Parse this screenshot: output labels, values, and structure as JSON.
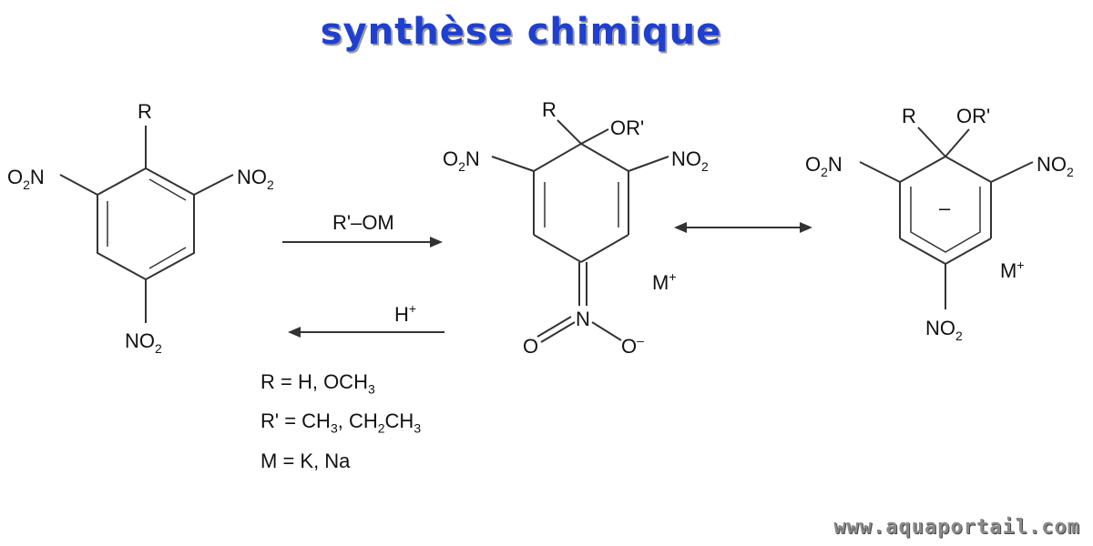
{
  "title": "synthèse chimique",
  "molecule1": {
    "r": "R",
    "left": {
      "pre": "O",
      "sub": "2",
      "post": "N"
    },
    "right": {
      "pre": "NO",
      "sub": "2"
    },
    "bottom": {
      "pre": "NO",
      "sub": "2"
    }
  },
  "reaction": {
    "forward_reagent": "R'–OM",
    "reverse_reagent": {
      "base": "H",
      "sup": "+"
    }
  },
  "molecule2": {
    "r": "R",
    "or": "OR'",
    "left": {
      "pre": "O",
      "sub": "2",
      "post": "N"
    },
    "right": {
      "pre": "NO",
      "sub": "2"
    },
    "n": "N",
    "o_left": "O",
    "o_right": "O",
    "o_right_charge": "–",
    "counterion": {
      "base": "M",
      "sup": "+"
    }
  },
  "molecule3": {
    "r": "R",
    "or": "OR'",
    "left": {
      "pre": "O",
      "sub": "2",
      "post": "N"
    },
    "right": {
      "pre": "NO",
      "sub": "2"
    },
    "bottom": {
      "pre": "NO",
      "sub": "2"
    },
    "ring_charge": "–",
    "counterion": {
      "base": "M",
      "sup": "+"
    }
  },
  "legend": {
    "line1": {
      "a": "R = H, OCH",
      "a_sub": "3"
    },
    "line2": {
      "a": "R' = CH",
      "a_sub": "3",
      "b": ", CH",
      "b_sub": "2",
      "c": "CH",
      "c_sub": "3"
    },
    "line3": "M = K, Na"
  },
  "watermark": "www.aquaportail.com",
  "colors": {
    "title": "#1f3fcf",
    "ink": "#111111",
    "watermark": "#8a8a8a"
  }
}
